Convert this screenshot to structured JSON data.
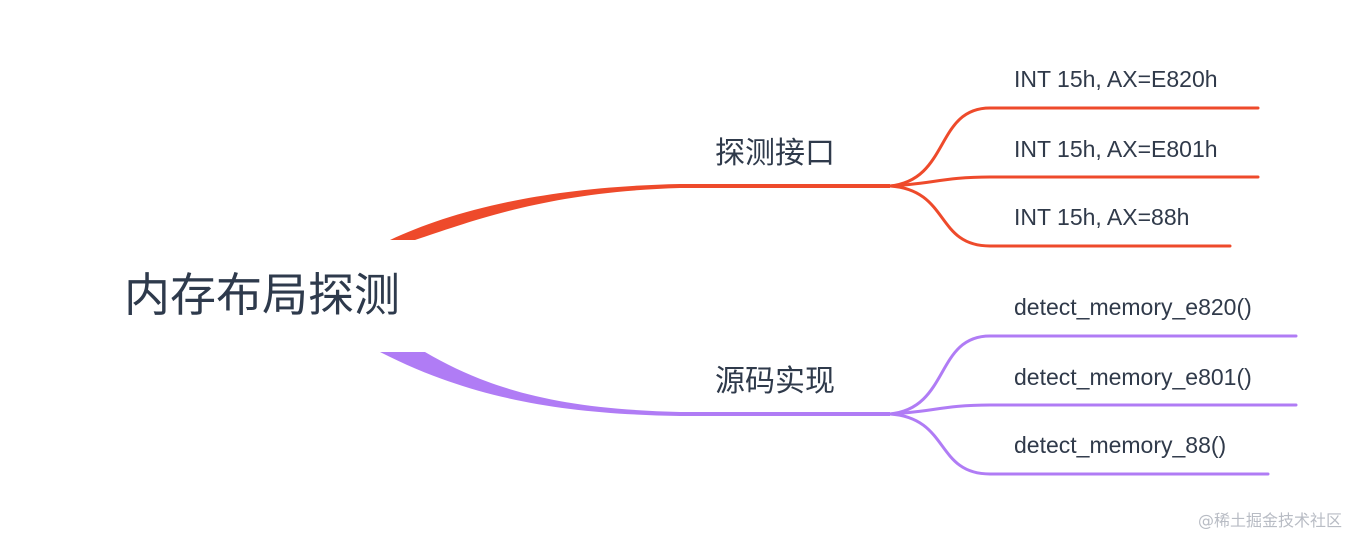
{
  "root": {
    "label": "内存布局探测"
  },
  "branches": [
    {
      "label": "探测接口",
      "color": "#ee4a2b",
      "children": [
        {
          "label": "INT 15h, AX=E820h"
        },
        {
          "label": "INT 15h, AX=E801h"
        },
        {
          "label": "INT 15h, AX=88h"
        }
      ]
    },
    {
      "label": "源码实现",
      "color": "#b07cf5",
      "children": [
        {
          "label": "detect_memory_e820()"
        },
        {
          "label": "detect_memory_e801()"
        },
        {
          "label": "detect_memory_88()"
        }
      ]
    }
  ],
  "watermark": {
    "label": "@稀土掘金技术社区"
  }
}
